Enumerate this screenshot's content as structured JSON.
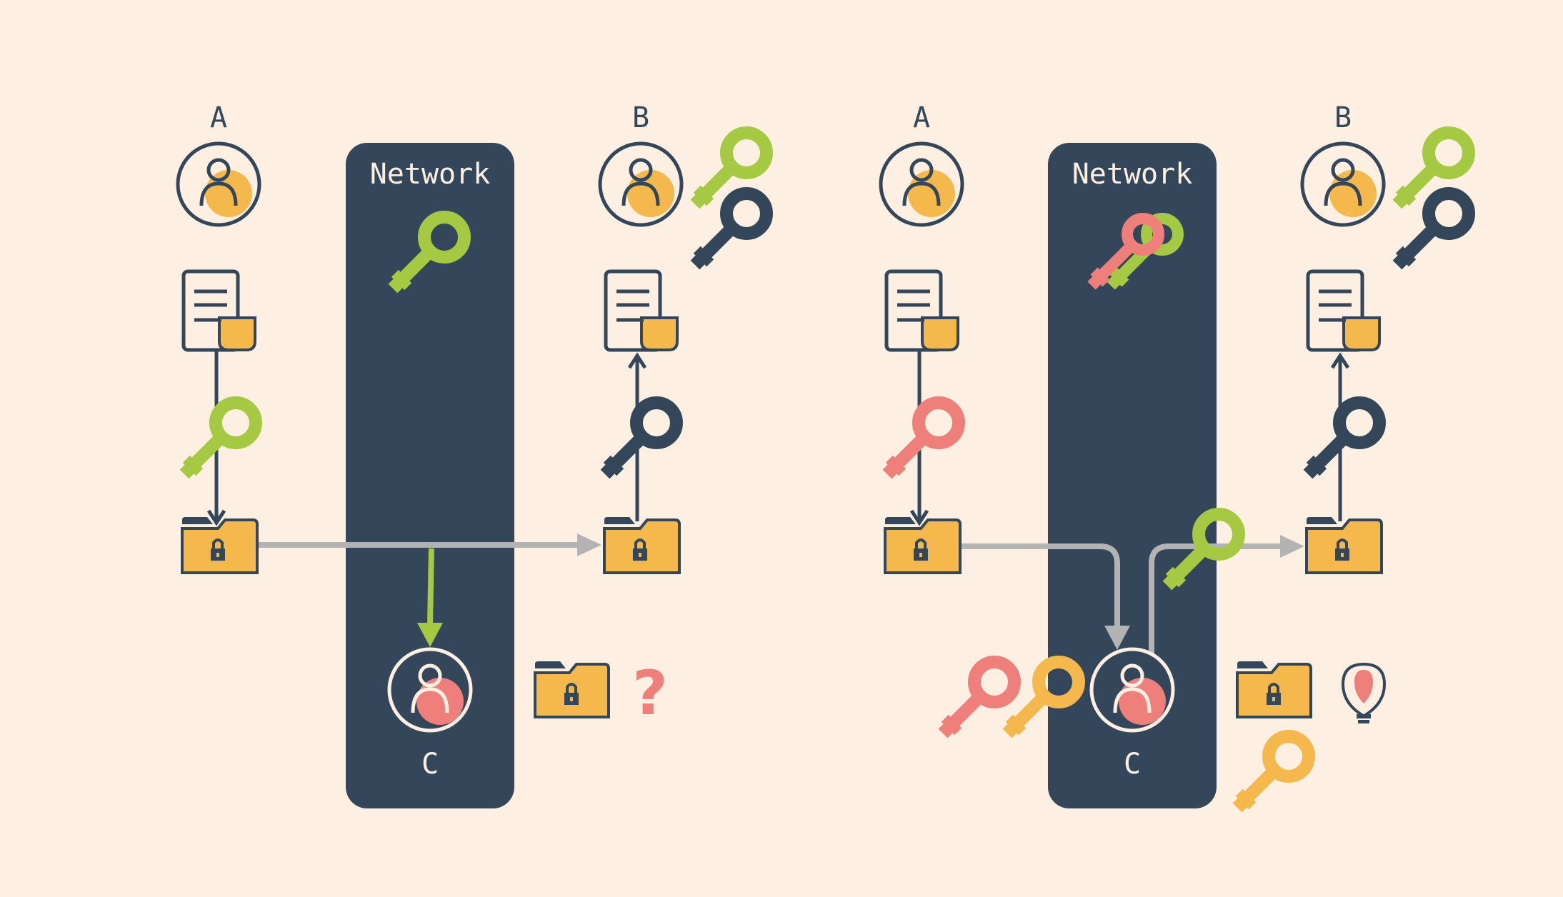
{
  "panels": [
    {
      "id": "left",
      "network_label": "Network",
      "sender_label": "A",
      "receiver_label": "B",
      "eavesdropper_label": "C",
      "outcome_symbol": "?"
    },
    {
      "id": "right",
      "network_label": "Network",
      "sender_label": "A",
      "receiver_label": "B",
      "eavesdropper_label": "C",
      "outcome_icon": "lightbulb-icon"
    }
  ],
  "colors": {
    "background": "#fdf0e2",
    "network": "#34475a",
    "green_key": "#a5c943",
    "dark_key": "#34475a",
    "red_key": "#ee7f7b",
    "yellow_key": "#f5b84c",
    "folder": "#f5b84c",
    "arrow_gray": "#b3b3b3",
    "avatar_a_b": "#f5b84c",
    "avatar_c": "#ee7f7b"
  },
  "icons": [
    "user-icon",
    "document-icon",
    "key-icon",
    "locked-folder-icon",
    "lightbulb-icon"
  ]
}
